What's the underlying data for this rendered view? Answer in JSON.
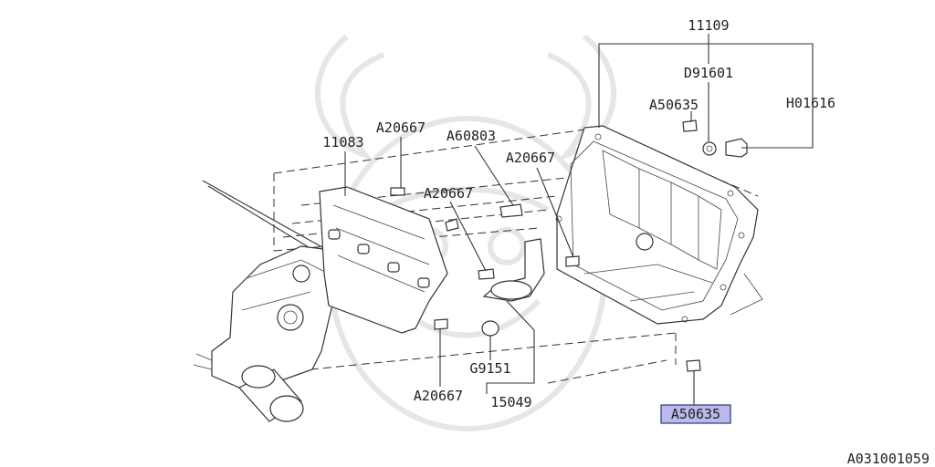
{
  "labels": {
    "part_11109": "11109",
    "part_D91601": "D91601",
    "part_A50635_top": "A50635",
    "part_H01616": "H01616",
    "part_11083": "11083",
    "part_A20667_a": "A20667",
    "part_A60803": "A60803",
    "part_A20667_b": "A20667",
    "part_A20667_c": "A20667",
    "part_A20667_bottom": "A20667",
    "part_G9151": "G9151",
    "part_15049": "15049",
    "part_A50635_selected": "A50635",
    "diagram_id": "A031001059"
  },
  "colors": {
    "highlight_fill": "#b9b9ec",
    "highlight_border": "#33337a",
    "line": "#333333",
    "watermark": "#e6e6e6"
  }
}
